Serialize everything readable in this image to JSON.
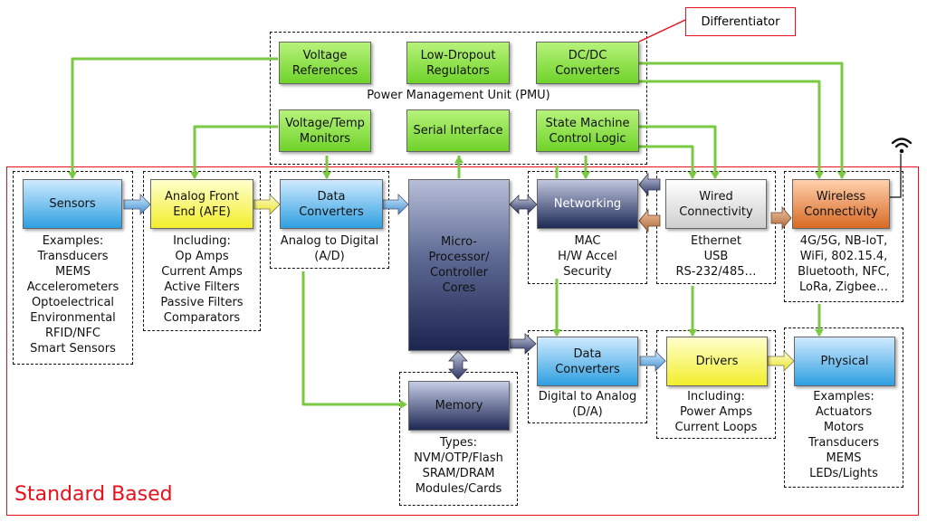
{
  "callout": "Differentiator",
  "region_label": "Standard Based",
  "pmu": {
    "label": "Power Management Unit (PMU)",
    "voltage_references": "Voltage\nReferences",
    "ldo": "Low-Dropout\nRegulators",
    "dcdc": "DC/DC\nConverters",
    "monitors": "Voltage/Temp\nMonitors",
    "serial": "Serial Interface",
    "state_machine": "State Machine\nControl Logic"
  },
  "sensors": {
    "title": "Sensors",
    "desc": "Examples:\nTransducers\nMEMS\nAccelerometers\nOptoelectrical\nEnvironmental\nRFID/NFC\nSmart Sensors"
  },
  "afe": {
    "title": "Analog Front\nEnd (AFE)",
    "desc": "Including:\nOp Amps\nCurrent Amps\nActive Filters\nPassive Filters\nComparators"
  },
  "adc": {
    "title": "Data\nConverters",
    "desc": "Analog to Digital\n(A/D)"
  },
  "processor": {
    "title": "Micro-\nProcessor/\nController\nCores"
  },
  "memory": {
    "title": "Memory",
    "desc": "Types:\nNVM/OTP/Flash\nSRAM/DRAM\nModules/Cards"
  },
  "networking": {
    "title": "Networking",
    "desc": "MAC\nH/W Accel\nSecurity"
  },
  "wired": {
    "title": "Wired\nConnectivity",
    "desc": "Ethernet\nUSB\nRS-232/485…"
  },
  "wireless": {
    "title": "Wireless\nConnectivity",
    "desc": "4G/5G, NB-IoT,\nWiFi, 802.15.4,\nBluetooth, NFC,\nLoRa, Zigbee…"
  },
  "dac": {
    "title": "Data\nConverters",
    "desc": "Digital to Analog\n(D/A)"
  },
  "drivers": {
    "title": "Drivers",
    "desc": "Including:\nPower Amps\nCurrent Loops"
  },
  "physical": {
    "title": "Physical",
    "desc": "Examples:\nActuators\nMotors\nTransducers\nMEMS\nLEDs/Lights"
  },
  "colors": {
    "power_line": "#7ac943",
    "standard_border": "#e8101a",
    "pmu_block": "#8ee04a",
    "sensor_block": "#2e9fe0",
    "afe_block": "#f2ee2c",
    "processor_block": "#1c2450",
    "wireless_block": "#d86a24"
  }
}
